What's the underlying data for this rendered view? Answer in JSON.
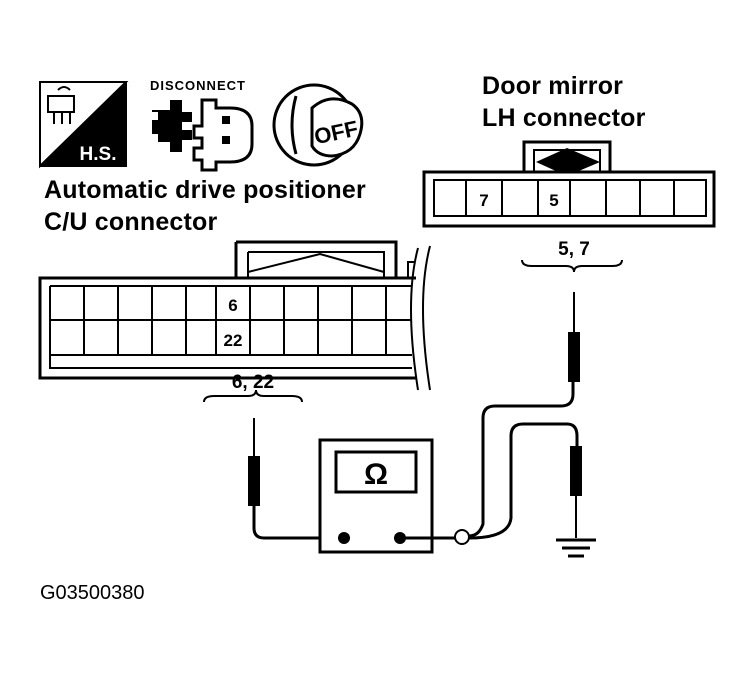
{
  "icons": {
    "harness_sign": {
      "text": "H.S.",
      "icon": "harness-connector-icon"
    },
    "disconnect": {
      "text": "DISCONNECT",
      "icon": "connector-disconnect-icon"
    },
    "ignition_off": {
      "text": "OFF",
      "icon": "ignition-key-off-icon"
    }
  },
  "cu_connector": {
    "title_line1": "Automatic drive positioner",
    "title_line2": "C/U connector",
    "pin_top": "6",
    "pin_bottom": "22",
    "terminals": "6, 22"
  },
  "mirror_connector": {
    "title_line1": "Door mirror",
    "title_line2": "LH connector",
    "pin_a": "7",
    "pin_b": "5",
    "terminals": "5, 7"
  },
  "meter": {
    "symbol": "Ω",
    "icon": "ohmmeter-icon"
  },
  "ground": {
    "icon": "ground-icon"
  },
  "figure_id": "G03500380"
}
